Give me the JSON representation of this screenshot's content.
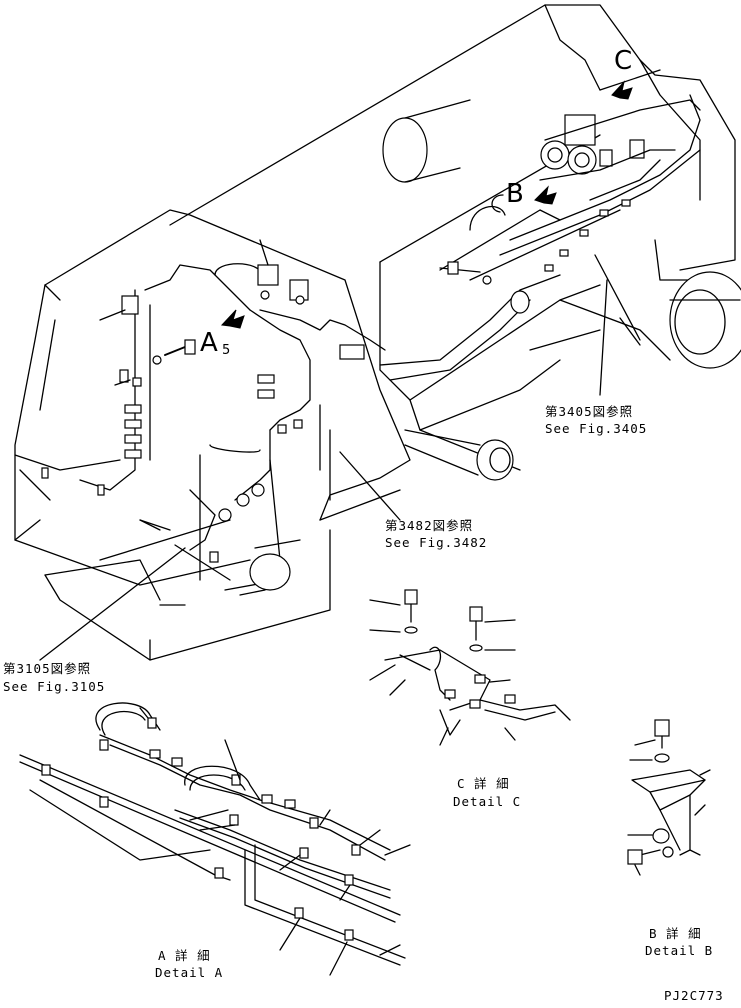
{
  "references": {
    "fig3405_jp": "第3405図参照",
    "fig3405_en": "See Fig.3405",
    "fig3482_jp": "第3482図参照",
    "fig3482_en": "See Fig.3482",
    "fig3105_jp": "第3105図参照",
    "fig3105_en": "See Fig.3105"
  },
  "view_markers": {
    "a": "A",
    "a_sub": "5",
    "b": "B",
    "c": "C"
  },
  "details": {
    "a_jp": "A 詳 細",
    "a_en": "Detail A",
    "b_jp": "B 詳 細",
    "b_en": "Detail B",
    "c_jp": "C 詳 細",
    "c_en": "Detail C"
  },
  "drawing_code": "PJ2C773"
}
